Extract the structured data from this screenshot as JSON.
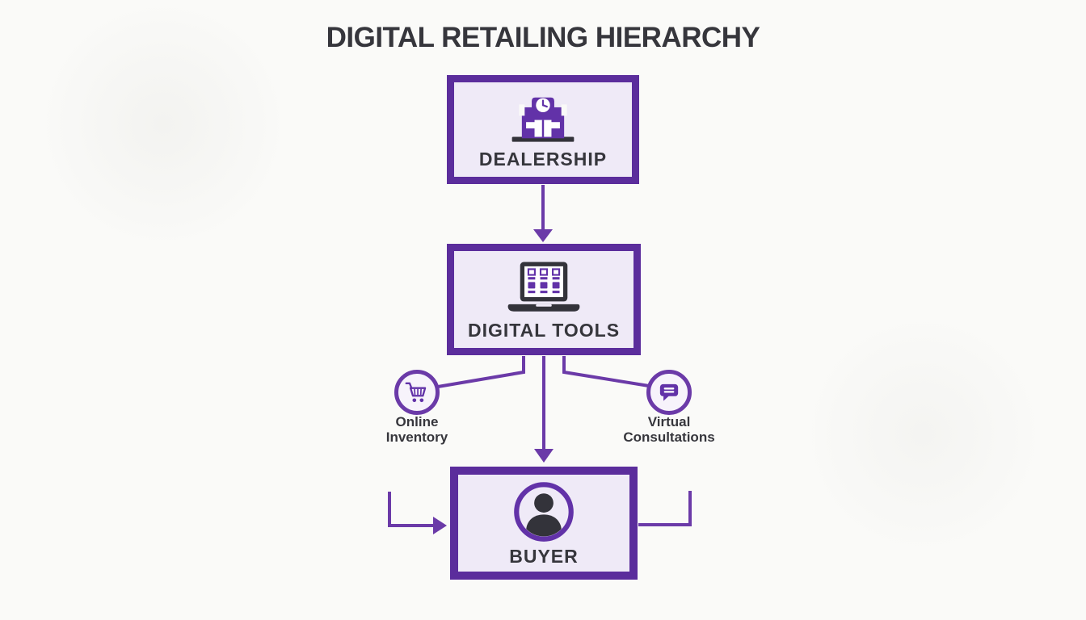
{
  "title": "DIGITAL RETAILING HIERARCHY",
  "theme": {
    "purple_dark": "#5b2d9c",
    "purple": "#6b3aa8",
    "purple_icon": "#6232a8",
    "box_fill": "#efeaf7",
    "circle_fill": "#f7f3fb",
    "text_dark": "#36363c",
    "charcoal": "#33333a",
    "background": "#fafaf8"
  },
  "nodes": {
    "dealership": {
      "label": "DEALERSHIP",
      "icon": "storefront-icon"
    },
    "digital_tools": {
      "label": "DIGITAL TOOLS",
      "icon": "laptop-icon"
    },
    "buyer": {
      "label": "BUYER",
      "icon": "person-icon"
    }
  },
  "branches": {
    "online_inventory": {
      "line1": "Online",
      "line2": "Inventory",
      "icon": "cart-icon"
    },
    "virtual_consultations": {
      "line1": "Virtual",
      "line2": "Consultations",
      "icon": "chat-icon"
    }
  }
}
